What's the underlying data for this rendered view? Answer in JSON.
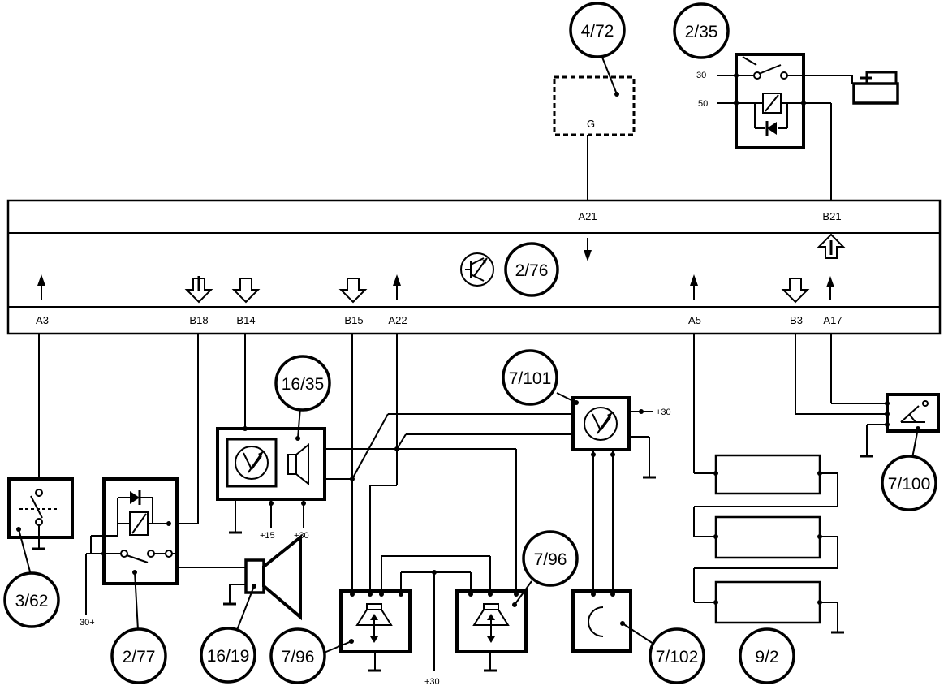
{
  "diagram": {
    "ecu_id": "2/76",
    "pins": {
      "A3": "A3",
      "B18": "B18",
      "B14": "B14",
      "B15": "B15",
      "A22": "A22",
      "A21": "A21",
      "A5": "A5",
      "B3": "B3",
      "A17": "A17",
      "B21": "B21"
    },
    "components": {
      "c4_72": "4/72",
      "c2_35": "2/35",
      "c16_35": "16/35",
      "c7_101": "7/101",
      "c3_62": "3/62",
      "c2_77": "2/77",
      "c16_19": "16/19",
      "c7_96_left": "7/96",
      "c7_96_right": "7/96",
      "c7_102": "7/102",
      "c9_2": "9/2",
      "c7_100": "7/100"
    },
    "labels": {
      "g_terminal": "G",
      "t30_relay_top": "30+",
      "t50_relay_top": "50",
      "t15_radio": "+15",
      "t30_radio": "+30",
      "t30_amp": "+30",
      "t30_bottom": "+30",
      "t30_left": "30+"
    }
  }
}
